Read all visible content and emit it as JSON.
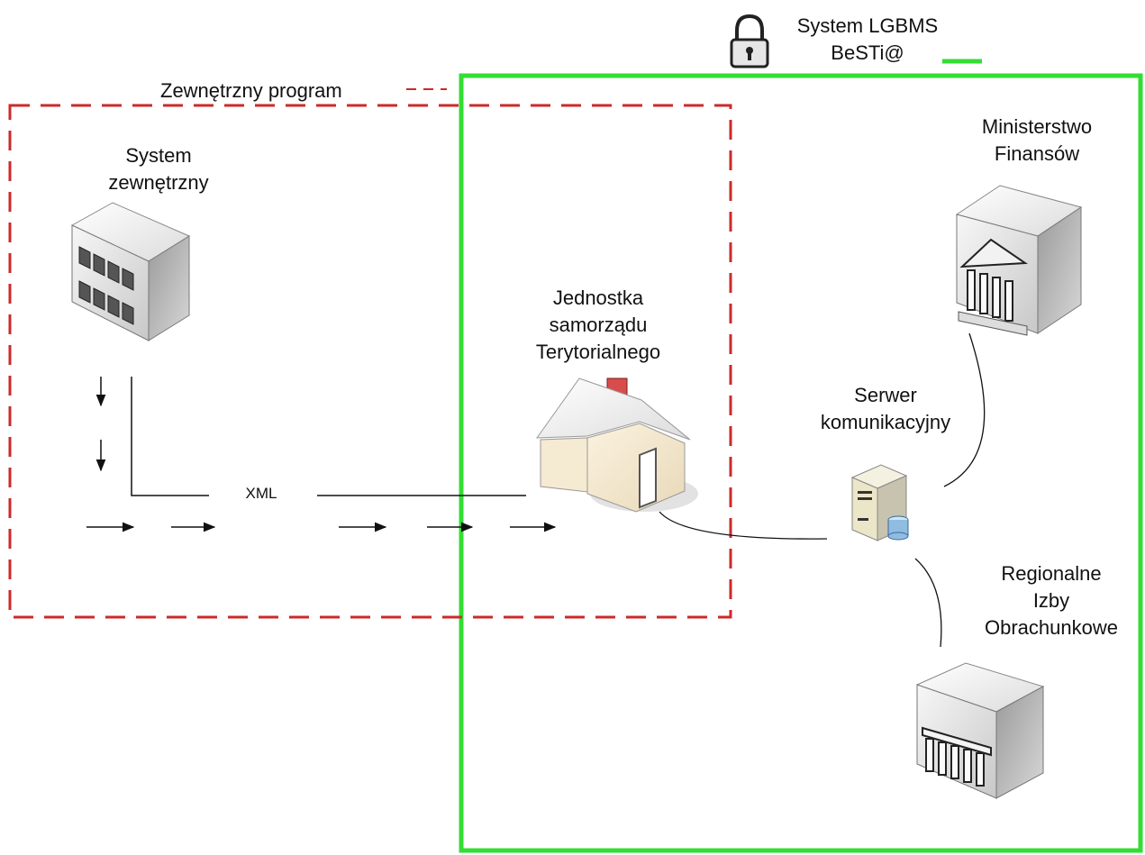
{
  "legend": {
    "system_line1": "System LGBMS",
    "system_line2": "BeSTi@",
    "external_program": "Zewnętrzny program"
  },
  "nodes": {
    "external_system": [
      "System",
      "zewnętrzny"
    ],
    "local_unit": [
      "Jednostka",
      "samorządu",
      "Terytorialnego"
    ],
    "ministry": [
      "Ministerstwo",
      "Finansów"
    ],
    "server": [
      "Serwer",
      "komunikacyjny"
    ],
    "regional": [
      "Regionalne",
      "Izby",
      "Obrachunkowe"
    ]
  },
  "flow_label": "XML",
  "colors": {
    "system_border": "#33dd33",
    "external_border": "#cc2a2a",
    "text": "#111111"
  },
  "icons": [
    "lock-icon",
    "office-building-icon",
    "house-icon",
    "ministry-building-icon",
    "server-icon",
    "regional-building-icon"
  ]
}
